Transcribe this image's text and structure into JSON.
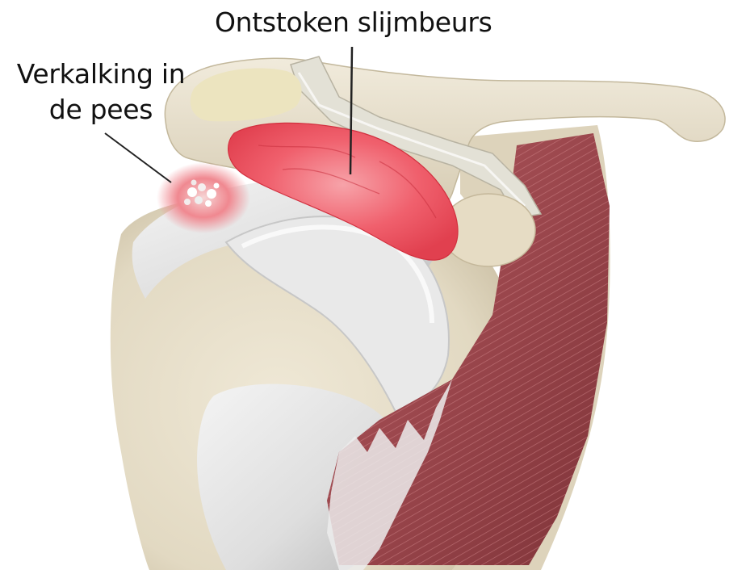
{
  "labels": {
    "inflamed_bursa": "Ontstoken slijmbeurs",
    "calcification_line1": "Verkalking in",
    "calcification_line2": "de pees"
  },
  "colors": {
    "bone": "#e9e2cf",
    "bone_shadow": "#c9bfa6",
    "cartilage": "#ede9d3",
    "inflamed_bursa": "#f0515f",
    "calcification_halo": "#ee6f77",
    "tendon": "#e4e4e4",
    "muscle": "#a04a4f",
    "leader_line": "#222222"
  }
}
